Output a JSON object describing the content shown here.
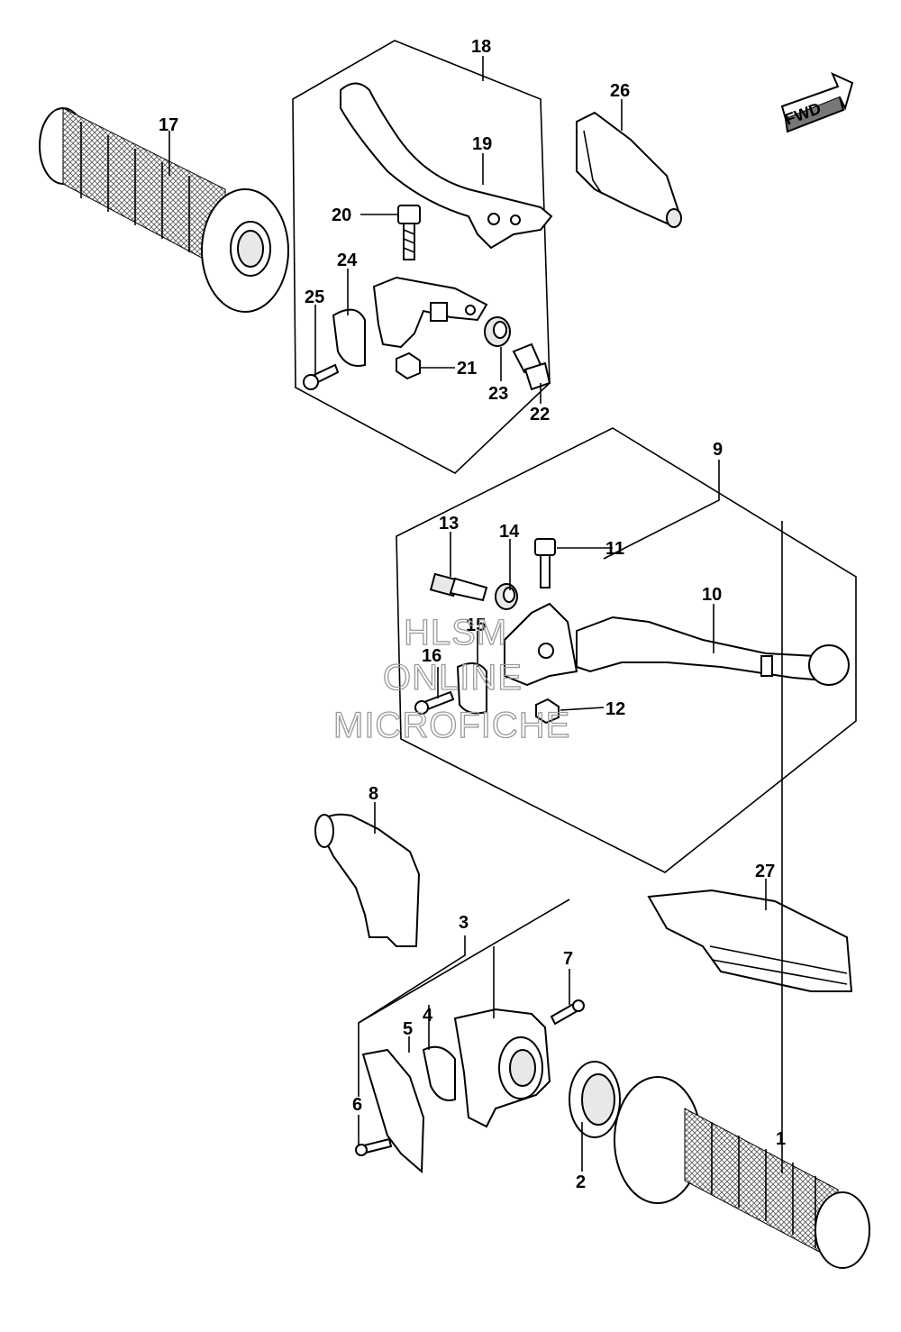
{
  "fwd_label": "FWD",
  "watermark": [
    "HLSM",
    "ONLINE",
    "MICROFICHE"
  ],
  "callouts": [
    "1",
    "2",
    "3",
    "4",
    "5",
    "6",
    "7",
    "8",
    "9",
    "10",
    "11",
    "12",
    "13",
    "14",
    "15",
    "16",
    "17",
    "18",
    "19",
    "20",
    "21",
    "22",
    "23",
    "24",
    "25",
    "26",
    "27"
  ]
}
